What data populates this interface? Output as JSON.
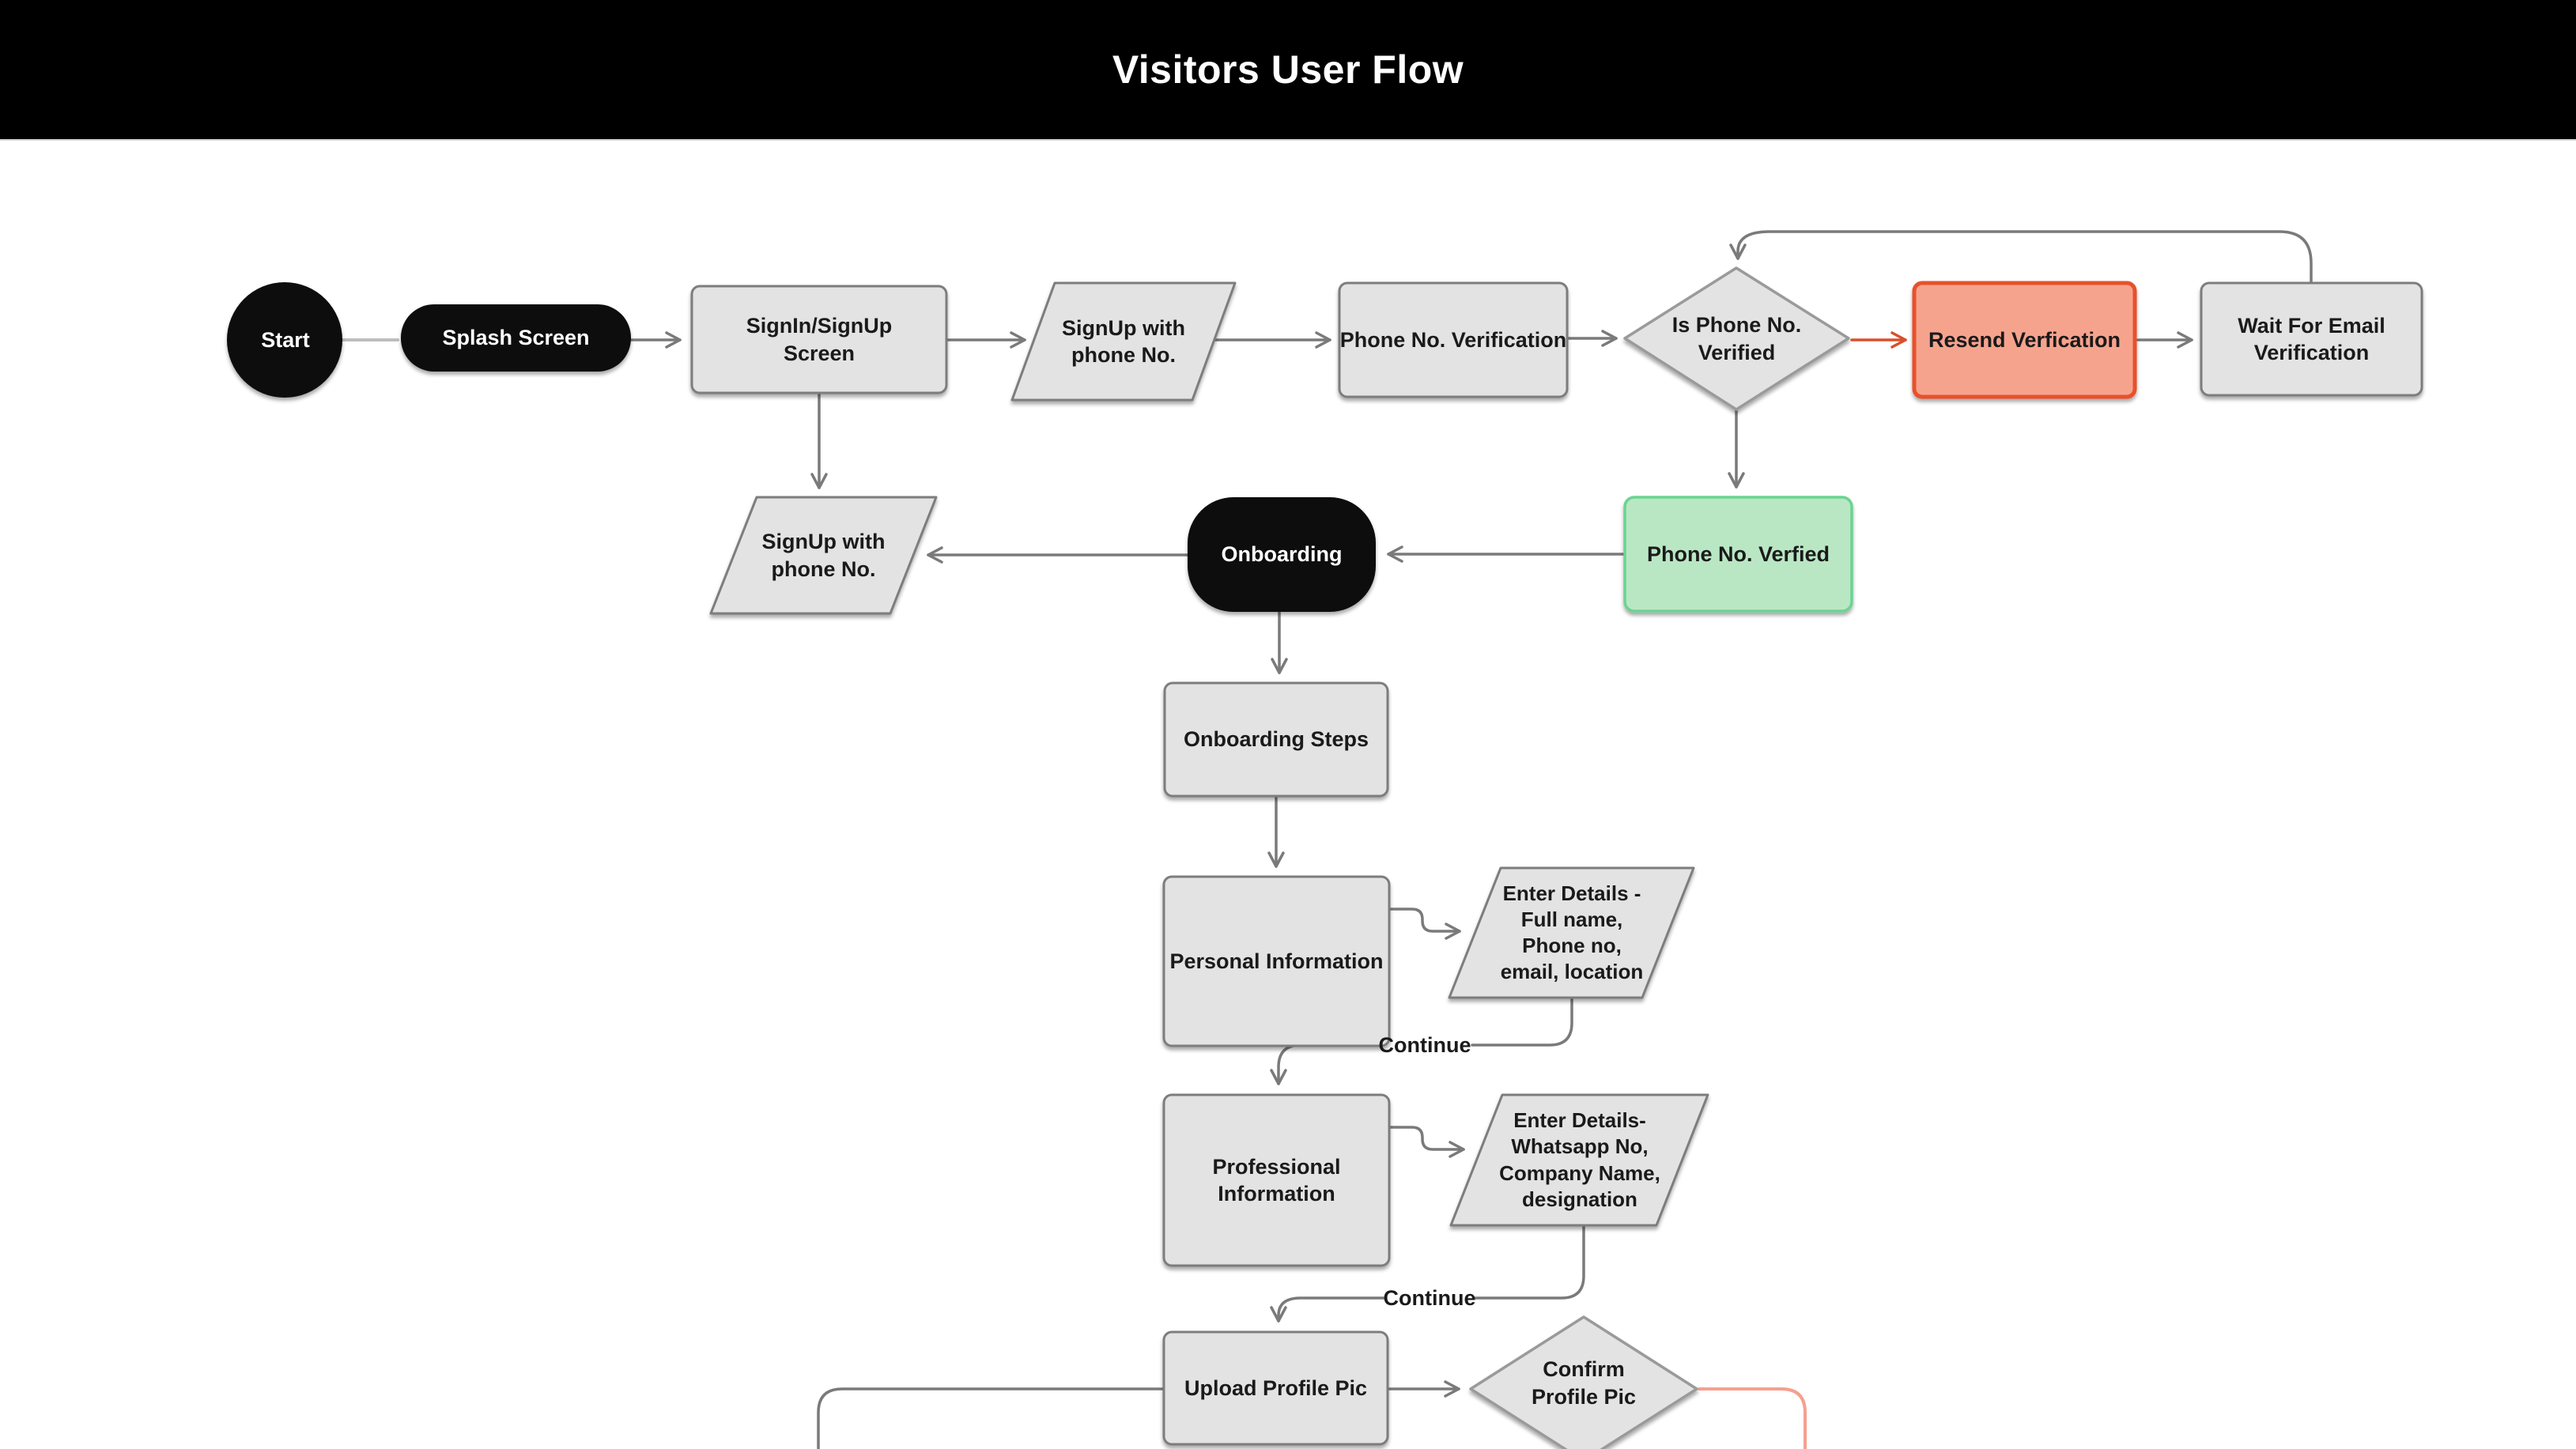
{
  "header": {
    "title": "Visitors User Flow"
  },
  "nodes": {
    "start": {
      "label": "Start",
      "shape": "circle"
    },
    "splash": {
      "label": "Splash Screen",
      "shape": "pill"
    },
    "signin": {
      "label": "SignIn/SignUp\nScreen",
      "shape": "rect"
    },
    "signup_phone_1": {
      "label": "SignUp with\nphone No.",
      "shape": "parallelogram"
    },
    "phone_verification": {
      "label": "Phone No. Verification",
      "shape": "rect"
    },
    "is_phone_verified": {
      "label": "Is Phone No.\nVerified",
      "shape": "diamond"
    },
    "resend_verification": {
      "label": "Resend Verfication",
      "shape": "rect"
    },
    "wait_email": {
      "label": "Wait For Email\nVerification",
      "shape": "rect"
    },
    "phone_verified": {
      "label": "Phone No. Verfied",
      "shape": "rect"
    },
    "onboarding": {
      "label": "Onboarding",
      "shape": "pill"
    },
    "signup_phone_2": {
      "label": "SignUp with\nphone No.",
      "shape": "parallelogram"
    },
    "onboarding_steps": {
      "label": "Onboarding Steps",
      "shape": "rect"
    },
    "personal_info": {
      "label": "Personal Information",
      "shape": "rect"
    },
    "enter_details_1": {
      "label": "Enter Details -\nFull name,\nPhone no,\nemail, location",
      "shape": "parallelogram"
    },
    "professional_info": {
      "label": "Professional\nInformation",
      "shape": "rect"
    },
    "enter_details_2": {
      "label": "Enter Details-\nWhatsapp No,\nCompany Name,\ndesignation",
      "shape": "parallelogram"
    },
    "upload_profile": {
      "label": "Upload Profile Pic",
      "shape": "rect"
    },
    "confirm_profile": {
      "label": "Confirm\nProfile Pic",
      "shape": "diamond"
    }
  },
  "edge_labels": {
    "continue_1": "Continue",
    "continue_2": "Continue"
  },
  "colors": {
    "header_bg": "#000000",
    "node_gray_fill": "#e3e3e3",
    "node_gray_border": "#7d7d7d",
    "node_black": "#0d0d0d",
    "green_fill": "#b9e7c4",
    "green_border": "#6cd392",
    "red_fill": "#f6a38e",
    "red_border": "#e8512b",
    "connector_gray": "#7a7a7a",
    "connector_red": "#d94f2b",
    "connector_salmon": "#f5a08e"
  }
}
